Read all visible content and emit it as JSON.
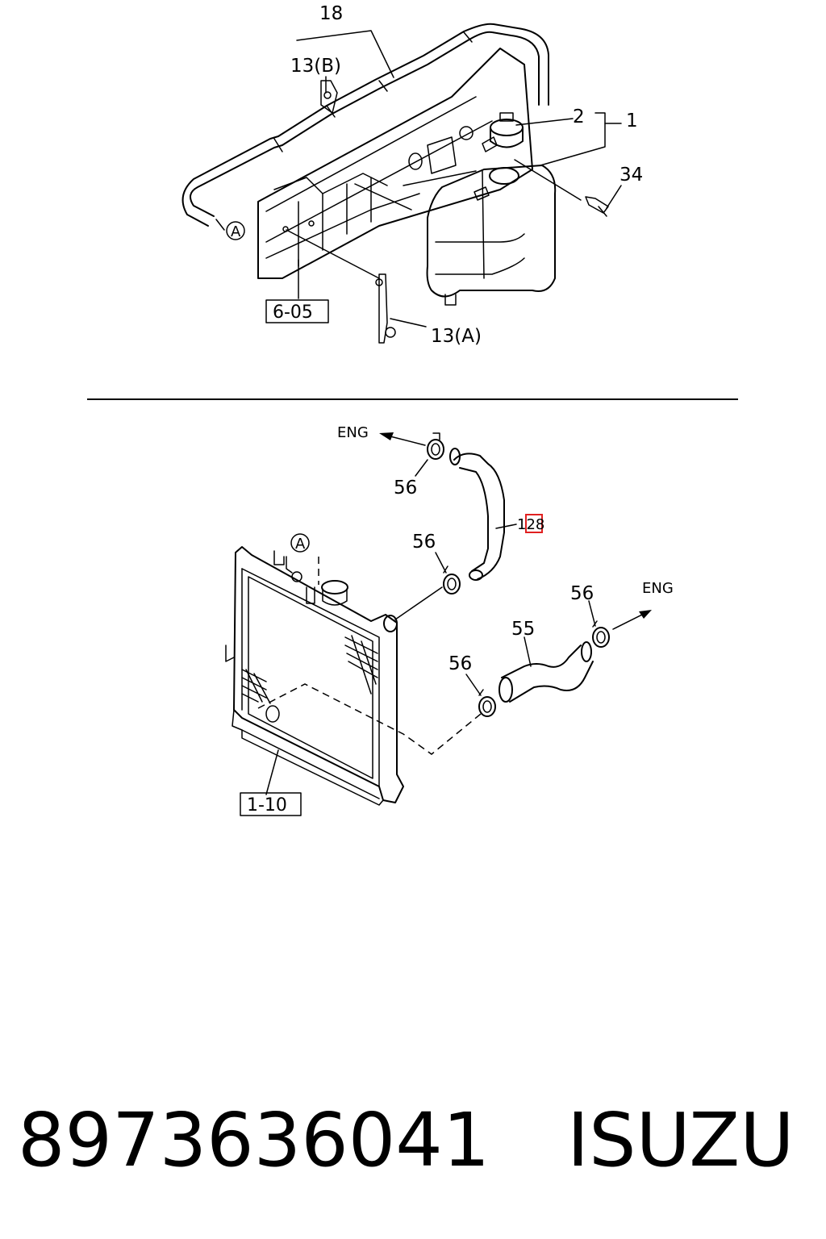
{
  "callouts": {
    "c18": "18",
    "c13b": "13(B)",
    "c2": "2",
    "c1": "1",
    "c34": "34",
    "c13a": "13(A)",
    "ref605": "6-05",
    "refA_top": "A",
    "eng_top": "ENG",
    "c56_a": "56",
    "c128": "128",
    "c56_b": "56",
    "refA_bottom": "A",
    "c56_c": "56",
    "eng_right": "ENG",
    "c55": "55",
    "c56_d": "56",
    "ref110": "1-10"
  },
  "caption": {
    "part_number": "8973636041",
    "brand": "ISUZU"
  },
  "highlight_color": "#e02020"
}
